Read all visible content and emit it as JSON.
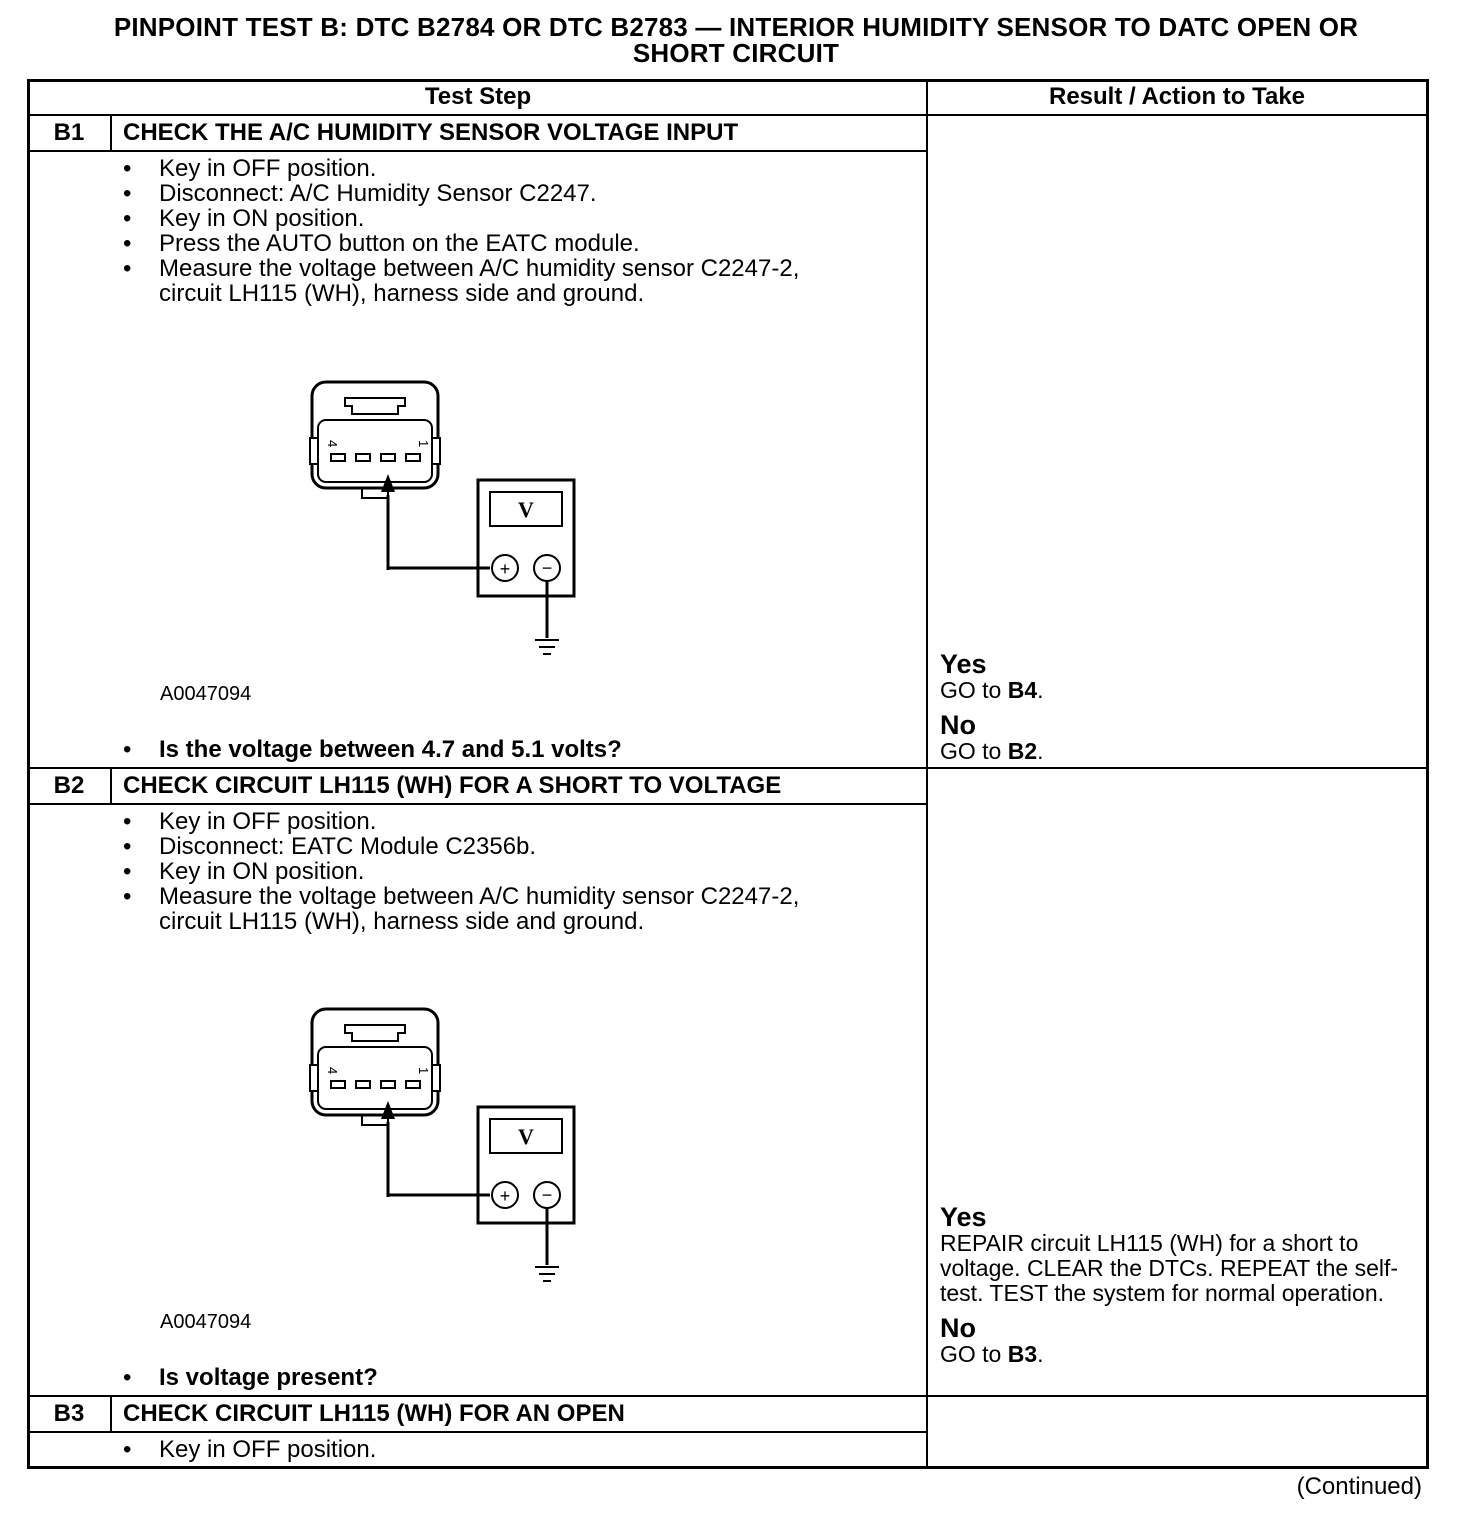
{
  "title": {
    "line1": "PINPOINT TEST  B: DTC B2784 OR DTC B2783 — INTERIOR HUMIDITY SENSOR TO DATC OPEN OR",
    "line2": "SHORT CIRCUIT"
  },
  "table": {
    "col_test_step": "Test Step",
    "col_result": "Result / Action to Take"
  },
  "steps": [
    {
      "id": "B1",
      "heading": "CHECK THE A/C HUMIDITY SENSOR VOLTAGE INPUT",
      "bullets": [
        "Key in OFF position.",
        "Disconnect: A/C Humidity Sensor C2247.",
        "Key in ON position.",
        "Press the AUTO button on the EATC module.",
        "Measure the voltage between A/C humidity sensor C2247-2,\ncircuit LH115 (WH), harness side and ground."
      ],
      "figure": {
        "id": "A0047094",
        "meter_label": "V",
        "pin_left": "4",
        "pin_right": "1",
        "plus": "+",
        "minus": "−"
      },
      "question": "Is the voltage between 4.7 and 5.1 volts?",
      "results": {
        "yes_label": "Yes",
        "yes_prefix": "GO to ",
        "yes_target": "B4",
        "yes_suffix": ".",
        "no_label": "No",
        "no_prefix": "GO to ",
        "no_target": "B2",
        "no_suffix": "."
      }
    },
    {
      "id": "B2",
      "heading": "CHECK CIRCUIT LH115 (WH) FOR A SHORT TO VOLTAGE",
      "bullets": [
        "Key in OFF position.",
        "Disconnect: EATC Module C2356b.",
        "Key in ON position.",
        "Measure the voltage between A/C humidity sensor C2247-2,\ncircuit LH115 (WH), harness side and ground."
      ],
      "figure": {
        "id": "A0047094",
        "meter_label": "V",
        "pin_left": "4",
        "pin_right": "1",
        "plus": "+",
        "minus": "−"
      },
      "question": "Is voltage present?",
      "results": {
        "yes_label": "Yes",
        "yes_text": "REPAIR circuit LH115 (WH) for a short to voltage. CLEAR the DTCs. REPEAT the self-test. TEST the system for normal operation.",
        "no_label": "No",
        "no_prefix": "GO to ",
        "no_target": "B3",
        "no_suffix": "."
      }
    },
    {
      "id": "B3",
      "heading": "CHECK CIRCUIT LH115 (WH) FOR AN OPEN",
      "bullets": [
        "Key in OFF position."
      ]
    }
  ],
  "continued": "(Continued)"
}
